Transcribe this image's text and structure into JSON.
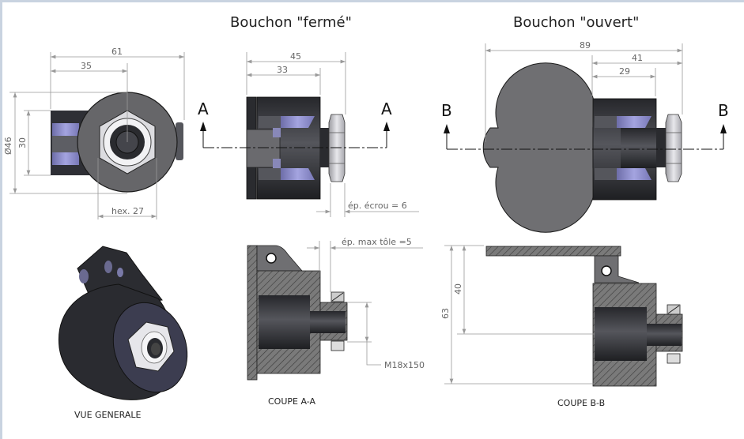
{
  "titles": {
    "closed": "Bouchon \"fermé\"",
    "open": "Bouchon \"ouvert\""
  },
  "front_view": {
    "dims": {
      "overall_width": "61",
      "axis_offset": "35",
      "diameter": "Ø46",
      "height": "30",
      "hex": "hex. 27"
    }
  },
  "closed_view": {
    "section_marker_left": "A",
    "section_marker_right": "A",
    "dims": {
      "overall_length": "45",
      "body_length": "33",
      "nut_thickness": "ép. écrou = 6"
    }
  },
  "open_view": {
    "section_marker_left": "B",
    "section_marker_right": "B",
    "dims": {
      "overall_length": "89",
      "body_plus_nut": "41",
      "body_length": "29"
    }
  },
  "section_aa": {
    "caption": "COUPE A-A",
    "dims": {
      "max_sheet_thickness": "ép. max tôle =5",
      "thread": "M18x150"
    }
  },
  "section_bb": {
    "caption": "COUPE B-B",
    "dims": {
      "height_total": "63",
      "height_axis": "40"
    }
  },
  "isometric": {
    "caption": "VUE GENERALE"
  },
  "colors": {
    "body_dark": "#2e2f35",
    "body_mid": "#4a4b52",
    "lid_gray": "#6f6f72",
    "nut_light": "#d8d8dc",
    "accent_violet": "#8f8fd0",
    "hatch": "#777777",
    "dim_line": "#999999"
  }
}
